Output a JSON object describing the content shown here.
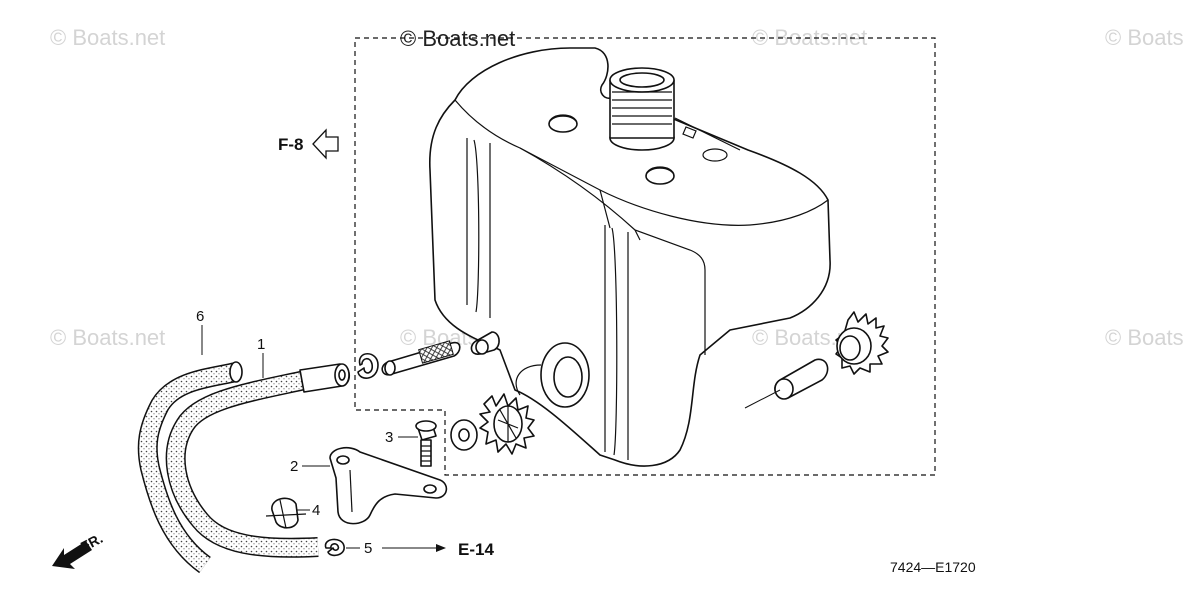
{
  "watermarks": {
    "main": "© Boats.net",
    "faded": "© Boats.net",
    "faded_cut": "© Boats"
  },
  "references": {
    "f8": "F-8",
    "e14": "E-14",
    "front": "FR."
  },
  "callouts": [
    "1",
    "2",
    "3",
    "4",
    "5",
    "6"
  ],
  "diagram_code": "7424—E1720",
  "colors": {
    "line": "#111111",
    "watermark": "#d4d4d4"
  }
}
